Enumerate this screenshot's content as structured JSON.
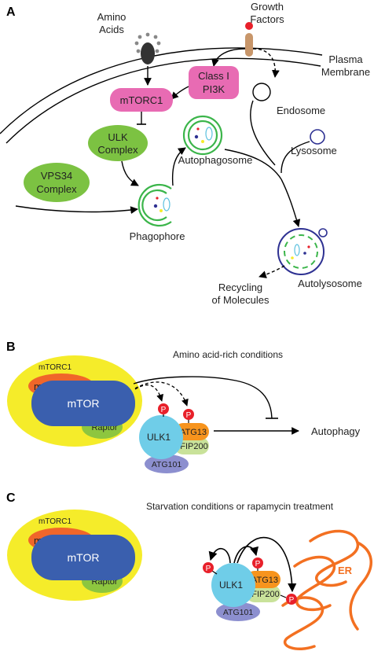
{
  "panels": {
    "a": "A",
    "b": "B",
    "c": "C"
  },
  "panel_a": {
    "amino_acids": [
      "Amino",
      "Acids"
    ],
    "growth_factors": [
      "Growth",
      "Factors"
    ],
    "plasma_membrane": [
      "Plasma",
      "Membrane"
    ],
    "class_i_pi3k": [
      "Class I",
      "PI3K"
    ],
    "mtorc1": "mTORC1",
    "ulk_complex": [
      "ULK",
      "Complex"
    ],
    "vps34_complex": [
      "VPS34",
      "Complex"
    ],
    "endosome": "Endosome",
    "lysosome": "Lysosome",
    "autophagosome": "Autophagosome",
    "phagophore": "Phagophore",
    "autolysosome": "Autolysosome",
    "recycling": [
      "Recycling",
      "of Molecules"
    ]
  },
  "panel_b": {
    "condition": "Amino acid-rich conditions",
    "mtorc1": "mTORC1",
    "mlst8": "mLST8",
    "mtor": "mTOR",
    "raptor": "Raptor",
    "ulk1": "ULK1",
    "atg13": "ATG13",
    "fip200": "FIP200",
    "atg101": "ATG101",
    "phospho": "P",
    "autophagy": "Autophagy"
  },
  "panel_c": {
    "condition": "Starvation conditions or rapamycin treatment",
    "mtorc1": "mTORC1",
    "mlst8": "mLST8",
    "mtor": "mTOR",
    "raptor": "Raptor",
    "ulk1": "ULK1",
    "atg13": "ATG13",
    "fip200": "FIP200",
    "atg101": "ATG101",
    "phospho": "P",
    "er": "ER"
  },
  "colors": {
    "mtorc1_pink": "#e86bb3",
    "complex_green": "#7cc242",
    "vesicle_green": "#3bb54a",
    "mtor_blue": "#3a5fae",
    "complex_yellow": "#f5ec2a",
    "mlst8_orange": "#f0662a",
    "raptor_green": "#8dc63f",
    "ulk1_cyan": "#6fcde8",
    "atg13_orange": "#f7941d",
    "fip200_lime": "#c9e29a",
    "atg101_purple": "#8c8fcf",
    "phospho_red": "#e8202a",
    "er_orange": "#f37021",
    "lysosome_navy": "#2e3192",
    "receptor_tan": "#c8966a"
  }
}
